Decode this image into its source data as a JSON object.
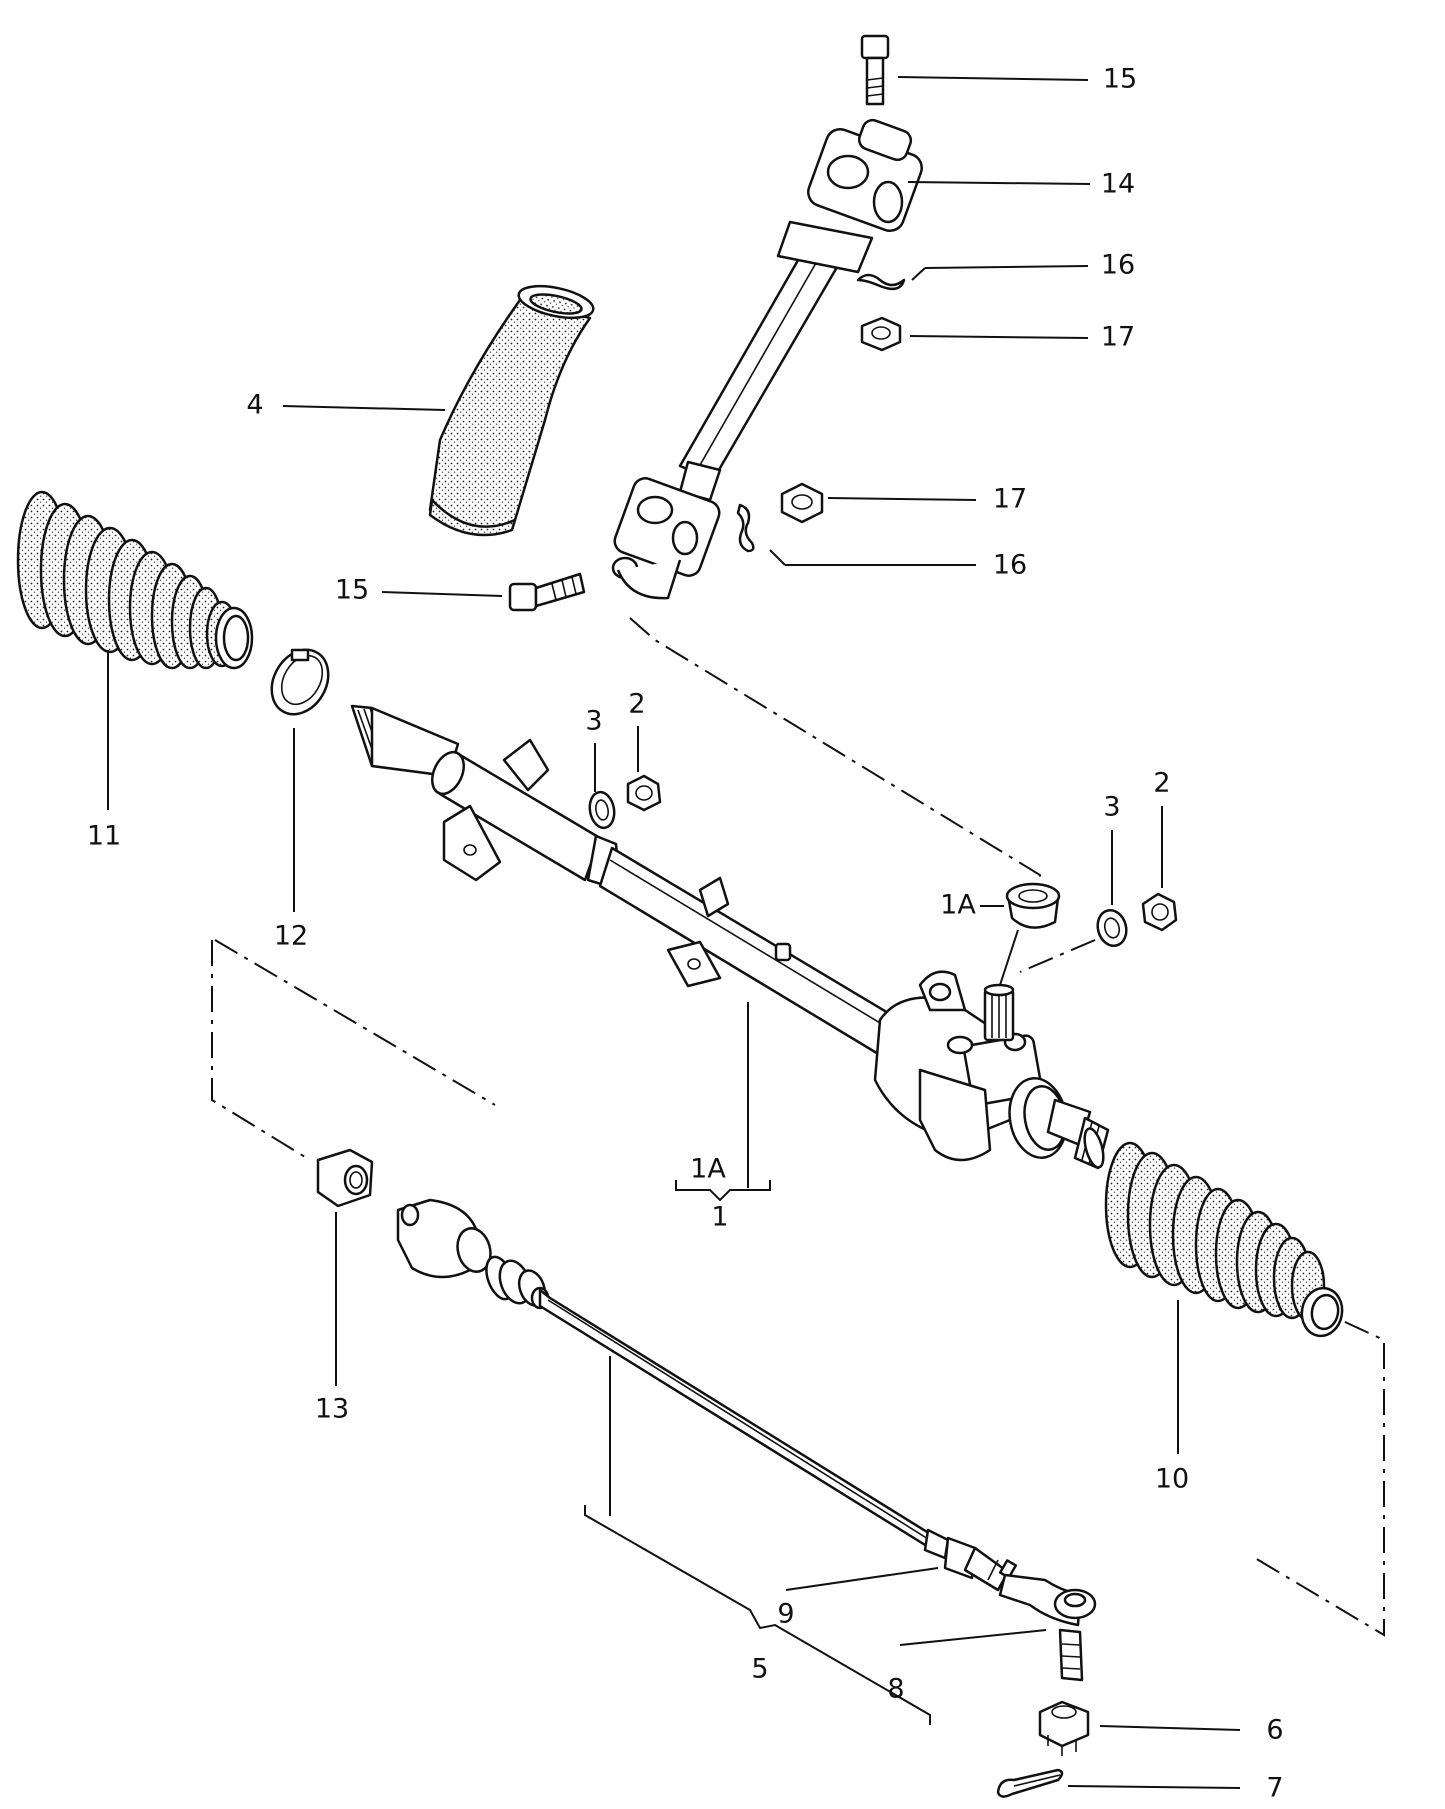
{
  "labels": {
    "l15a": "15",
    "l14": "14",
    "l16a": "16",
    "l17a": "17",
    "l4": "4",
    "l17b": "17",
    "l16b": "16",
    "l15b": "15",
    "l11": "11",
    "l12": "12",
    "l3a": "3",
    "l2a": "2",
    "l3b": "3",
    "l2b": "2",
    "l1A_small": "1A",
    "l1A_group": "1A",
    "l1": "1",
    "l13": "13",
    "l10": "10",
    "l9": "9",
    "l8": "8",
    "l5": "5",
    "l6": "6",
    "l7": "7"
  }
}
